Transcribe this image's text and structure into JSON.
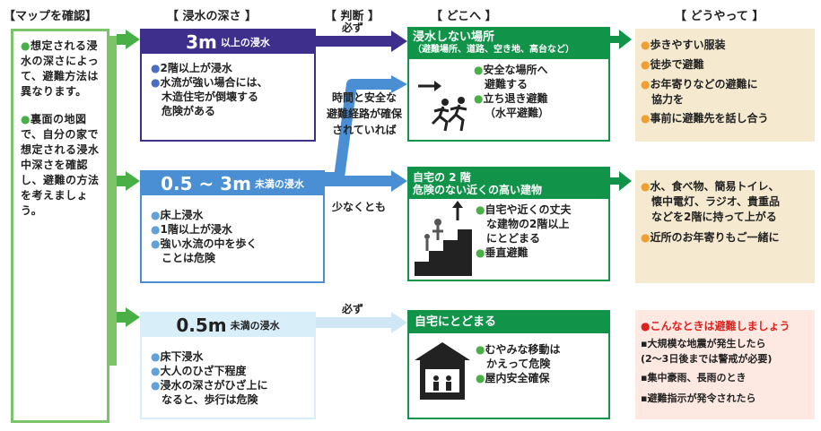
{
  "headers": {
    "map": "【マップを確認】",
    "depth": "【 浸水の深さ 】",
    "judge": "【 判断 】",
    "where": "【 どこへ 】",
    "how": "【 どうやって 】"
  },
  "left": {
    "p1": "想定される浸水の深さによって、避難方法は異なります。",
    "p2": "裏面の地図で、自分の家で想定される浸水中深さを確認し、避難の方法を考えましょう。"
  },
  "depth": [
    {
      "big": "3m",
      "small": "以上の浸水",
      "color": "#3f2f8c",
      "items": [
        "2階以上が浸水",
        "水流が強い場合には、",
        "木造住宅が倒壊する",
        "危険がある"
      ]
    },
    {
      "big": "0.5 ~ 3m",
      "small": "未満の浸水",
      "color": "#4a8fd4",
      "items": [
        "床上浸水",
        "1階以上が浸水",
        "強い水流の中を歩く",
        "ことは危険"
      ]
    },
    {
      "big": "0.5m",
      "small": "未満の浸水",
      "color": "#d8eef9",
      "items": [
        "床下浸水",
        "大人のひざ下程度",
        "浸水の深さがひざ上に",
        "なると、歩行は危険"
      ]
    }
  ],
  "judge": {
    "must1": "必ず",
    "cond1": "時間と安全な",
    "cond2": "避難経路が確保",
    "cond3": "されていれば",
    "atleast": "少なくとも",
    "must2": "必ず"
  },
  "where": [
    {
      "head1": "浸水しない場所",
      "head2": "（避難場所、道路、空き地、高台など）",
      "items": [
        "安全な場所へ",
        "避難する",
        "立ち退き避難",
        "（水平避難）"
      ]
    },
    {
      "head1": "自宅の 2 階",
      "head2": "危険のない近くの高い建物",
      "items": [
        "自宅や近くの丈夫",
        "な建物の2階以上",
        "にとどまる",
        "垂直避難"
      ]
    },
    {
      "head1": "自宅にとどまる",
      "head2": "",
      "items": [
        "むやみな移動は",
        "かえって危険",
        "屋内安全確保"
      ]
    }
  ],
  "how": [
    {
      "lines": [
        "歩きやすい服装",
        "徒歩で避難",
        "お年寄りなどの避難に",
        "協力を",
        "事前に避難先を話し合う"
      ]
    },
    {
      "lines": [
        "水、食べ物、簡易トイレ、",
        "懐中電灯、ラジオ、貴重品",
        "などを2階に持って上がる",
        "近所のお年寄りもご一緒に"
      ]
    },
    {
      "title": "こんなときは避難しましょう",
      "lines": [
        "大規模な地震が発生したら",
        "(2～3日後までは警戒が必要)",
        "集中豪雨、長雨のとき",
        "避難指示が発令されたら"
      ]
    }
  ],
  "colors": {
    "green": "#11934a",
    "leftgreen": "#7cc36a",
    "navy": "#3f2f8c",
    "blue": "#4a8fd4",
    "lightblue": "#d8eef9",
    "beige": "#f5e9cf",
    "pink": "#fde8e2",
    "red": "#e0201c"
  }
}
